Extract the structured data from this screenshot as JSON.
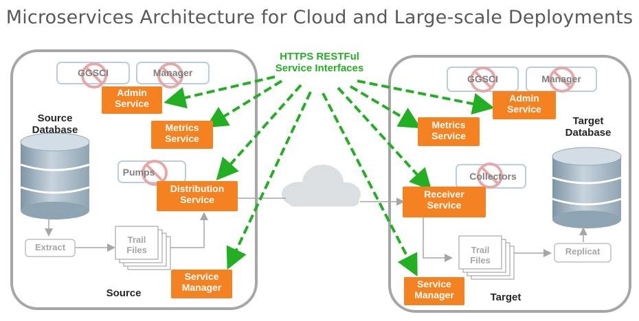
{
  "title": "Microservices Architecture for Cloud and Large-scale Deployments",
  "colors": {
    "orange": "#f58220",
    "green": "#22b022",
    "panel_border": "#a6a6a6",
    "legacy_border": "#b7cde0",
    "prohibited_red": "#e8a7a7",
    "gray": "#a6a6a6"
  },
  "interfaces_label": {
    "line1": "HTTPS RESTFul",
    "line2": "Service Interfaces"
  },
  "source": {
    "label": "Source",
    "database_label": {
      "line1": "Source",
      "line2": "Database"
    },
    "legacy": {
      "ggsci": "GGSCI",
      "manager": "Manager",
      "pumps": "Pumps"
    },
    "services": {
      "admin": {
        "line1": "Admin",
        "line2": "Service"
      },
      "metrics": {
        "line1": "Metrics",
        "line2": "Service"
      },
      "distribution": {
        "line1": "Distribution",
        "line2": "Service"
      },
      "manager": {
        "line1": "Service",
        "line2": "Manager"
      }
    },
    "extract": "Extract",
    "trail": {
      "line1": "Trail",
      "line2": "Files"
    }
  },
  "target": {
    "label": "Target",
    "database_label": {
      "line1": "Target",
      "line2": "Database"
    },
    "legacy": {
      "ggsci": "GGSCI",
      "manager": "Manager",
      "collectors": "Collectors"
    },
    "services": {
      "admin": {
        "line1": "Admin",
        "line2": "Service"
      },
      "metrics": {
        "line1": "Metrics",
        "line2": "Service"
      },
      "receiver": {
        "line1": "Receiver",
        "line2": "Service"
      },
      "manager": {
        "line1": "Service",
        "line2": "Manager"
      }
    },
    "replicat": "Replicat",
    "trail": {
      "line1": "Trail",
      "line2": "Files"
    }
  }
}
